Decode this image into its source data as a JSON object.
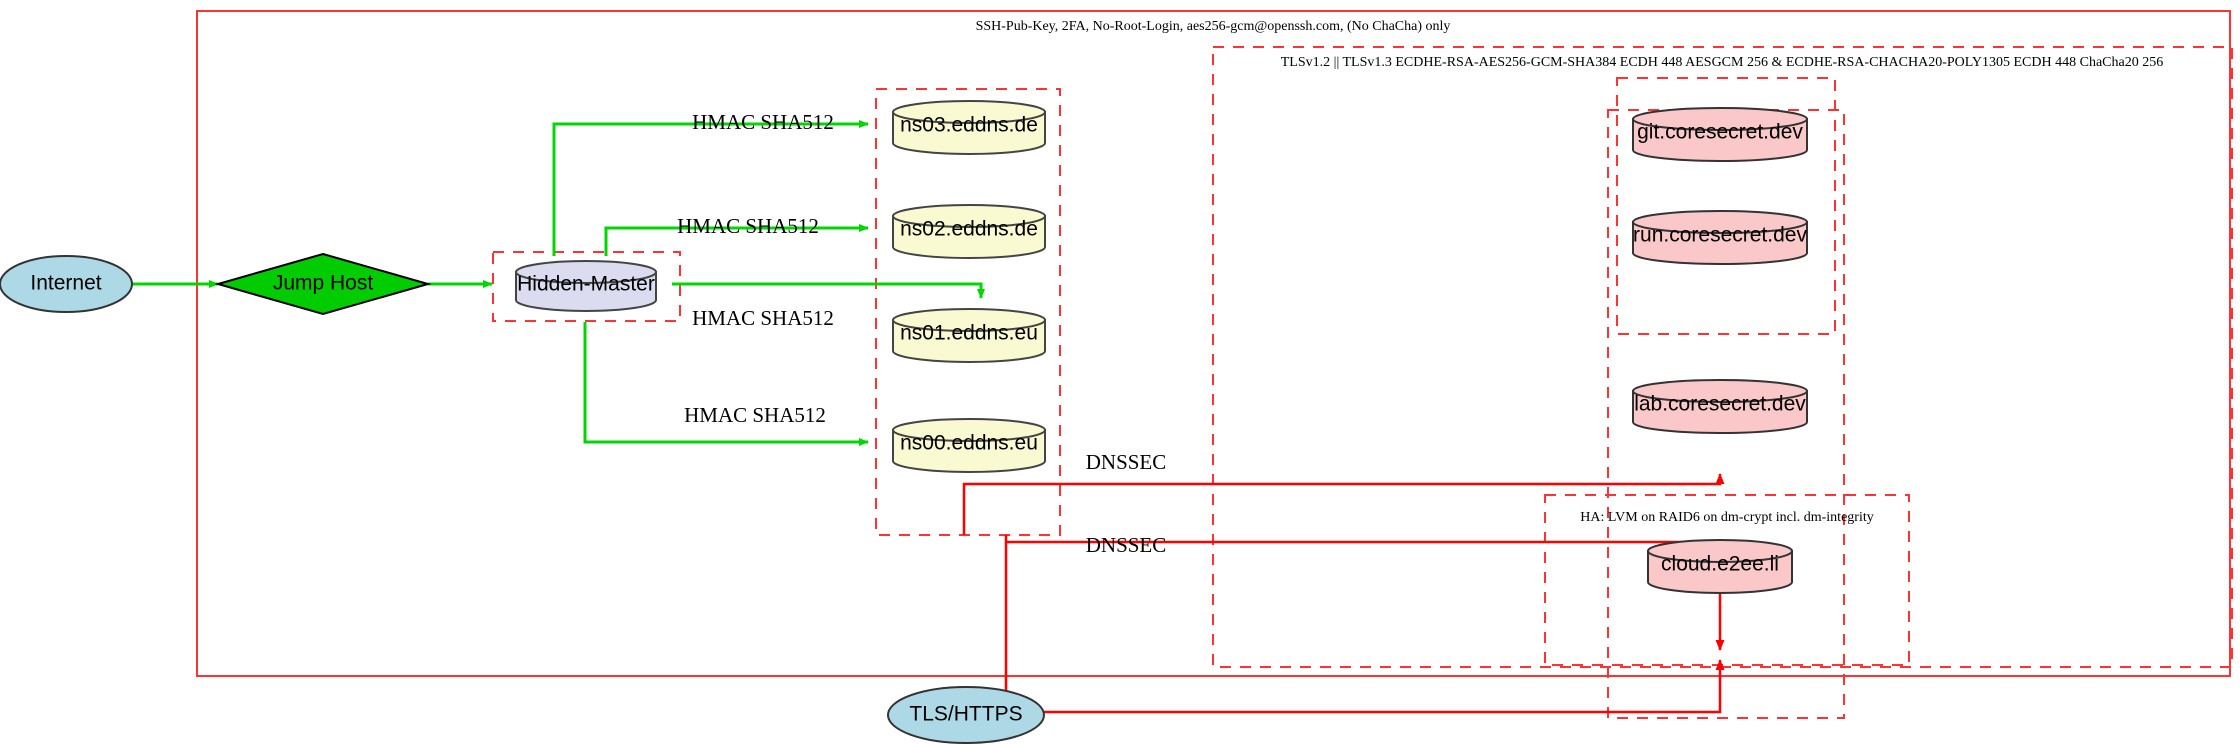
{
  "diagram": {
    "title_label": "SSH-Pub-Key, 2FA, No-Root-Login, aes256-gcm@openssh.com, (No ChaCha) only",
    "colors": {
      "edge_green": "#00d700",
      "edge_red": "#ff0000",
      "cluster_red": "#ff3333",
      "ellipse_fill": "#add8e6",
      "diamond_fill": "#00cc00",
      "db_lavender": "#dcdcf0",
      "db_cream": "#fafad2",
      "db_pink": "#fac8c8",
      "stroke_dark": "#444444"
    },
    "clusters": [
      {
        "id": "outer",
        "label": "SSH-Pub-Key, 2FA, No-Root-Login, aes256-gcm@openssh.com, (No ChaCha) only",
        "style": "solid"
      },
      {
        "id": "tls",
        "label": "TLSv1.2 || TLSv1.3 ECDHE-RSA-AES256-GCM-SHA384 ECDH 448 AESGCM 256 & ECDHE-RSA-CHACHA20-POLY1305 ECDH 448 ChaCha20 256",
        "style": "dashed"
      },
      {
        "id": "ha",
        "label": "HA: LVM on RAID6 on dm-crypt incl. dm-integrity",
        "style": "dashed"
      },
      {
        "id": "hidden",
        "label": "",
        "style": "dashed"
      },
      {
        "id": "dns",
        "label": "",
        "style": "dashed"
      },
      {
        "id": "coresecret",
        "label": "",
        "style": "dashed"
      },
      {
        "id": "coreinner",
        "label": "",
        "style": "dashed"
      }
    ],
    "nodes": [
      {
        "id": "internet",
        "label": "Internet",
        "shape": "ellipse",
        "fill": "#add8e6"
      },
      {
        "id": "jumphost",
        "label": "Jump Host",
        "shape": "diamond",
        "fill": "#00cc00"
      },
      {
        "id": "hiddenmaster",
        "label": "Hidden-Master",
        "shape": "cylinder",
        "fill": "#dcdcf0"
      },
      {
        "id": "ns03",
        "label": "ns03.eddns.de",
        "shape": "cylinder",
        "fill": "#fafad2"
      },
      {
        "id": "ns02",
        "label": "ns02.eddns.de",
        "shape": "cylinder",
        "fill": "#fafad2"
      },
      {
        "id": "ns01",
        "label": "ns01.eddns.eu",
        "shape": "cylinder",
        "fill": "#fafad2"
      },
      {
        "id": "ns00",
        "label": "ns00.eddns.eu",
        "shape": "cylinder",
        "fill": "#fafad2"
      },
      {
        "id": "git",
        "label": "git.coresecret.dev",
        "shape": "cylinder",
        "fill": "#fac8c8"
      },
      {
        "id": "run",
        "label": "run.coresecret.dev",
        "shape": "cylinder",
        "fill": "#fac8c8"
      },
      {
        "id": "lab",
        "label": "lab.coresecret.dev",
        "shape": "cylinder",
        "fill": "#fac8c8"
      },
      {
        "id": "cloud",
        "label": "cloud.e2ee.li",
        "shape": "cylinder",
        "fill": "#fac8c8"
      },
      {
        "id": "tlshttps",
        "label": "TLS/HTTPS",
        "shape": "ellipse",
        "fill": "#add8e6"
      }
    ],
    "edges": [
      {
        "from": "internet",
        "to": "jumphost",
        "label": "",
        "color": "green"
      },
      {
        "from": "jumphost",
        "to": "hiddenmaster",
        "label": "",
        "color": "green"
      },
      {
        "from": "hiddenmaster",
        "to": "ns03",
        "label": "HMAC SHA512",
        "color": "green"
      },
      {
        "from": "hiddenmaster",
        "to": "ns02",
        "label": "HMAC SHA512",
        "color": "green"
      },
      {
        "from": "hiddenmaster",
        "to": "ns01",
        "label": "HMAC SHA512",
        "color": "green"
      },
      {
        "from": "hiddenmaster",
        "to": "ns00",
        "label": "HMAC SHA512",
        "color": "green"
      },
      {
        "from": "dns",
        "to": "coresecret",
        "label": "DNSSEC",
        "color": "red"
      },
      {
        "from": "dns",
        "to": "ha",
        "label": "DNSSEC",
        "color": "red"
      },
      {
        "from": "tlshttps",
        "to": "coresecret",
        "label": "",
        "color": "red"
      },
      {
        "from": "tlshttps",
        "to": "ha",
        "label": "",
        "color": "red"
      }
    ],
    "edge_labels": {
      "hmac": "HMAC SHA512",
      "dnssec": "DNSSEC"
    }
  }
}
